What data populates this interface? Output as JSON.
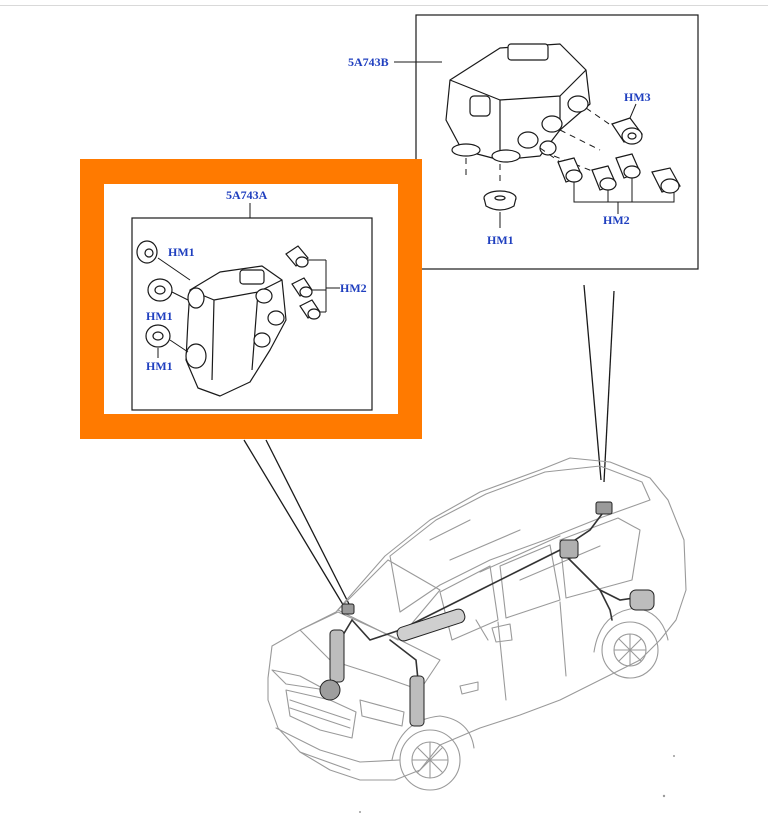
{
  "diagram": {
    "colors": {
      "label": "#1f3fbf",
      "highlight": "#ff7a00",
      "line": "#1a1a1a",
      "vehicle_line": "#9a9a9a"
    },
    "callout_a": {
      "part_number": "5A743A",
      "labels": [
        "HM1",
        "HM1",
        "HM1",
        "HM2"
      ]
    },
    "callout_b": {
      "part_number": "5A743B",
      "labels": [
        "HM3",
        "HM2",
        "HM1"
      ]
    },
    "vehicle": {
      "icon": "suv-air-suspension-icon"
    }
  }
}
